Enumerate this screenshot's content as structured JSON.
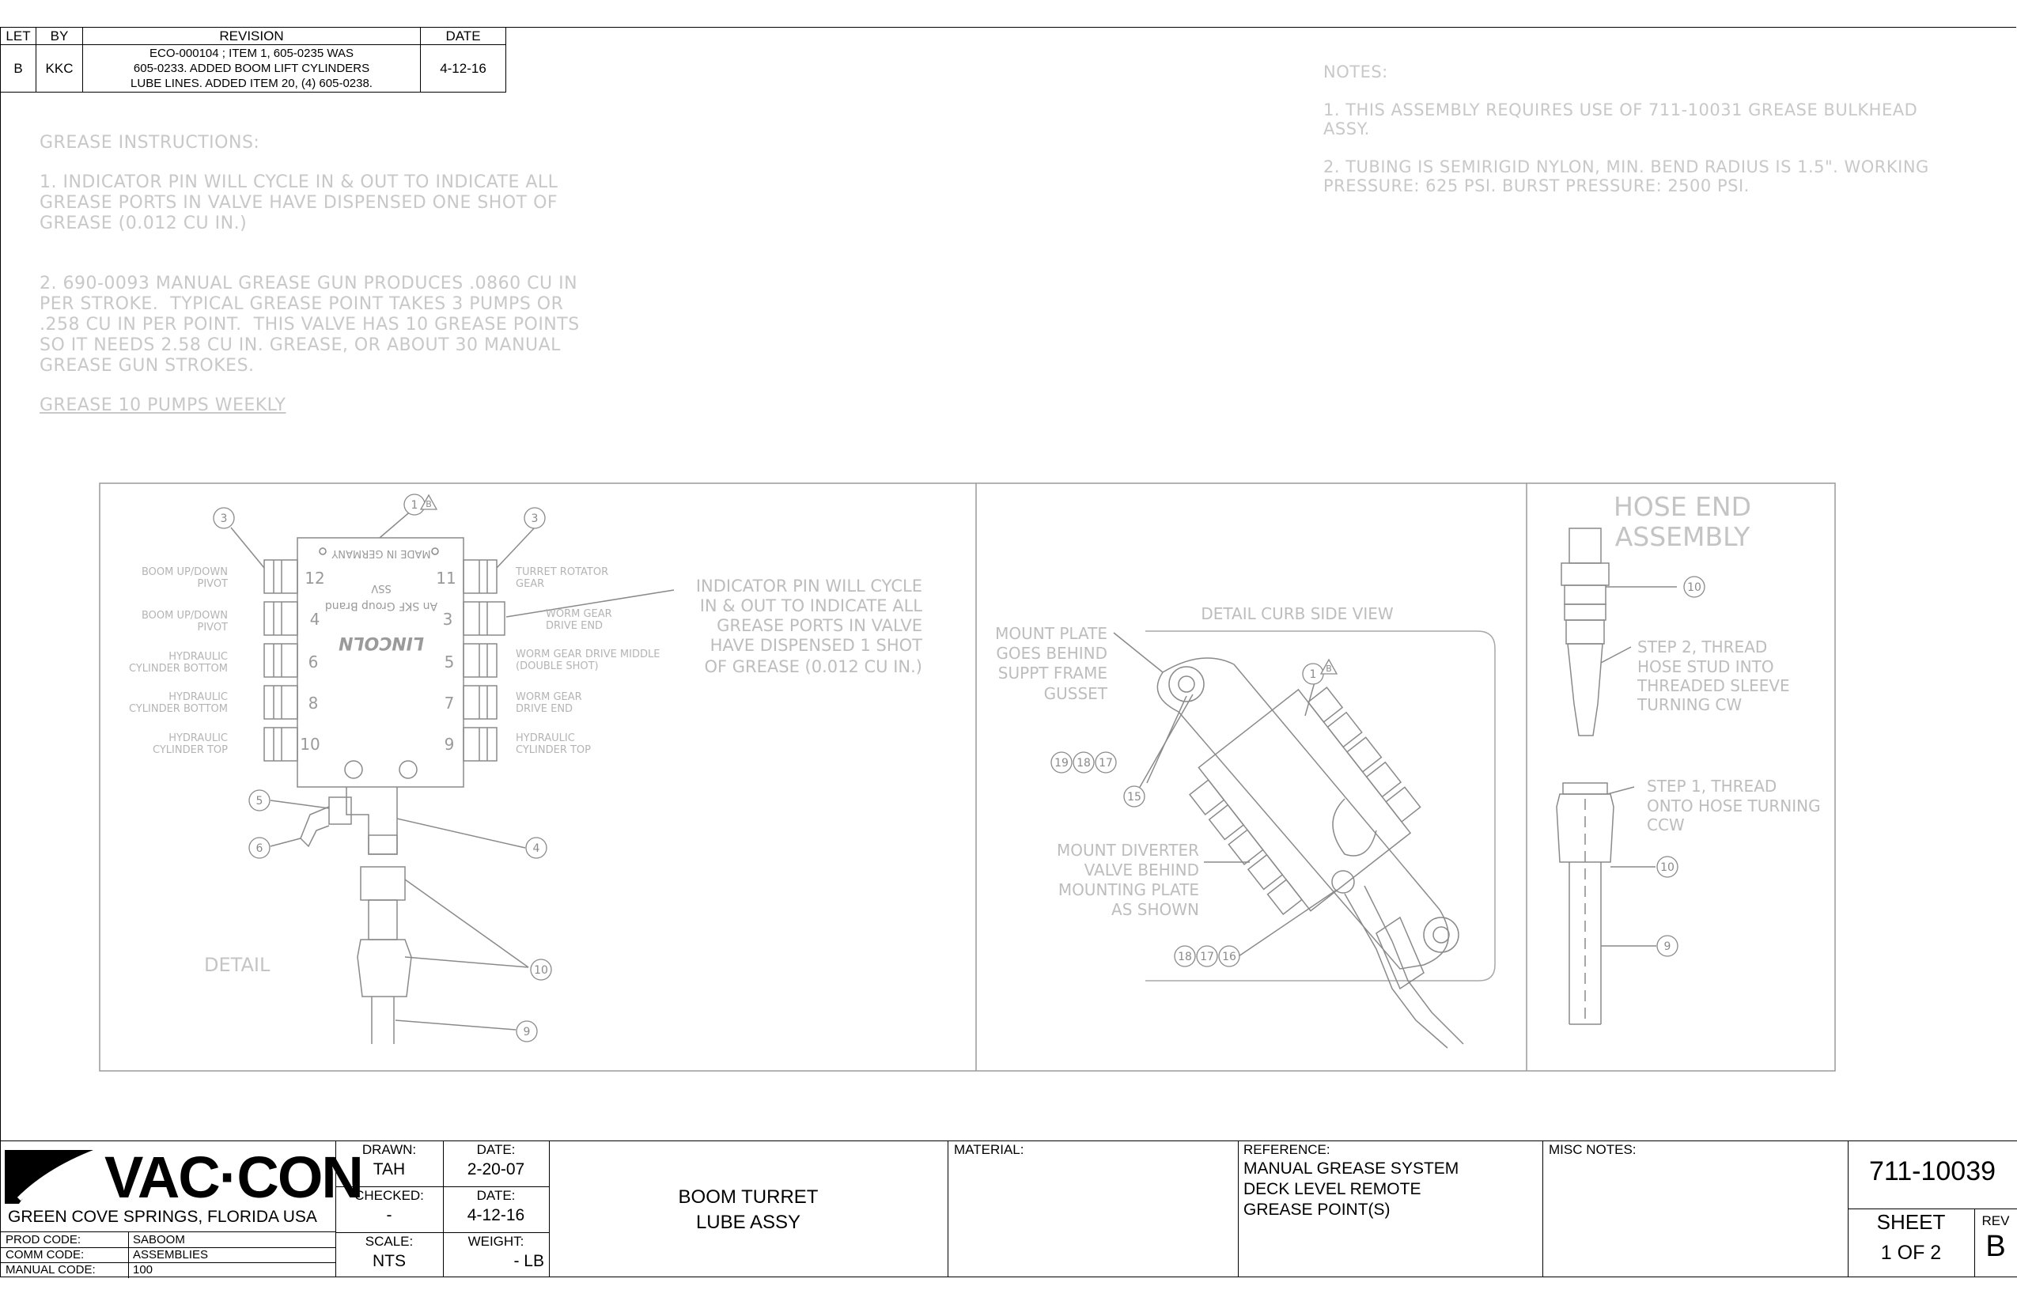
{
  "revision_table": {
    "headers": [
      "LET",
      "BY",
      "REVISION",
      "DATE"
    ],
    "rows": [
      {
        "let": "B",
        "by": "KKC",
        "revision": [
          "ECO-000104 ;   ITEM 1, 605-0235 WAS",
          "605-0233. ADDED BOOM LIFT CYLINDERS",
          "LUBE LINES. ADDED ITEM 20, (4) 605-0238."
        ],
        "date": "4-12-16"
      }
    ]
  },
  "grease_instructions": {
    "title": "GREASE INSTRUCTIONS:",
    "item1": [
      "1. INDICATOR PIN WILL CYCLE IN & OUT TO INDICATE ALL",
      "GREASE PORTS IN VALVE HAVE DISPENSED ONE SHOT OF",
      "GREASE (0.012 CU IN.)"
    ],
    "item2": [
      "2. 690-0093 MANUAL GREASE GUN PRODUCES .0860 CU IN",
      "PER STROKE.  TYPICAL GREASE POINT TAKES 3 PUMPS OR",
      ".258 CU IN PER POINT.  THIS VALVE HAS 10 GREASE POINTS",
      "SO IT NEEDS 2.58 CU IN. GREASE, OR ABOUT 30 MANUAL",
      "GREASE GUN STROKES."
    ],
    "schedule": "GREASE 10 PUMPS WEEKLY"
  },
  "notes": {
    "title": "NOTES:",
    "item1": [
      "1. THIS ASSEMBLY REQUIRES USE OF 711-10031 GREASE BULKHEAD",
      "ASSY."
    ],
    "item2": [
      "2. TUBING IS SEMIRIGID NYLON, MIN. BEND RADIUS IS 1.5\". WORKING",
      "PRESSURE: 625 PSI. BURST PRESSURE: 2500 PSI."
    ]
  },
  "detail_view": {
    "label": "DETAIL",
    "left_labels": [
      [
        "BOOM UP/DOWN",
        "PIVOT"
      ],
      [
        "BOOM UP/DOWN",
        "PIVOT"
      ],
      [
        "HYDRAULIC",
        "CYLINDER BOTTOM"
      ],
      [
        "HYDRAULIC",
        "CYLINDER BOTTOM"
      ],
      [
        "HYDRAULIC",
        "CYLINDER TOP"
      ]
    ],
    "right_labels": [
      [
        "TURRET ROTATOR",
        "GEAR"
      ],
      [
        "WORM GEAR",
        "DRIVE END"
      ],
      [
        "WORM GEAR DRIVE MIDDLE",
        "(DOUBLE SHOT)"
      ],
      [
        "WORM GEAR",
        "DRIVE END"
      ],
      [
        "HYDRAULIC",
        "CYLINDER TOP"
      ]
    ],
    "indicator_note": [
      "INDICATOR PIN WILL CYCLE",
      "IN & OUT TO INDICATE ALL",
      "GREASE PORTS IN VALVE",
      "HAVE DISPENSED 1 SHOT",
      "OF GREASE (0.012 CU IN.)"
    ],
    "valve_brand": "LINCOLN",
    "valve_sub": "An SKF Group Brand",
    "valve_made": "MADE IN GERMANY",
    "valve_ssv": "SSV",
    "valve_port_numbers": [
      "12",
      "11",
      "4",
      "3",
      "6",
      "5",
      "8",
      "7",
      "10",
      "9"
    ],
    "balloons": [
      "1",
      "3",
      "3",
      "5",
      "6",
      "4",
      "10",
      "9"
    ],
    "rev_flag": "B"
  },
  "curb_view": {
    "title": "DETAIL CURB SIDE VIEW",
    "mount_plate_note": [
      "MOUNT PLATE",
      "GOES BEHIND",
      "SUPPT FRAME",
      "GUSSET"
    ],
    "diverter_note": [
      "MOUNT DIVERTER",
      "VALVE BEHIND",
      "MOUNTING PLATE",
      "AS SHOWN"
    ],
    "balloons_top": [
      "19",
      "18",
      "17"
    ],
    "balloon_15": "15",
    "balloon_1": "1",
    "balloons_bottom": [
      "18",
      "17",
      "16"
    ]
  },
  "hose_view": {
    "title": [
      "HOSE END",
      "ASSEMBLY"
    ],
    "step2": [
      "STEP 2, THREAD",
      "HOSE STUD INTO",
      "THREADED SLEEVE",
      "TURNING CW"
    ],
    "step1": [
      "STEP 1, THREAD",
      "ONTO HOSE TURNING",
      "CCW"
    ],
    "balloons": [
      "10",
      "10",
      "9"
    ]
  },
  "title_block": {
    "logo_text": "VAC·CON",
    "location": "GREEN COVE SPRINGS, FLORIDA USA",
    "codes": [
      {
        "label": "PROD CODE:",
        "value": "SABOOM"
      },
      {
        "label": "COMM CODE:",
        "value": "ASSEMBLIES"
      },
      {
        "label": "MANUAL CODE:",
        "value": "100"
      }
    ],
    "drawn_label": "DRAWN:",
    "drawn": "TAH",
    "drawn_date_label": "DATE:",
    "drawn_date": "2-20-07",
    "checked_label": "CHECKED:",
    "checked": "-",
    "checked_date_label": "DATE:",
    "checked_date": "4-12-16",
    "scale_label": "SCALE:",
    "scale": "NTS",
    "weight_label": "WEIGHT:",
    "weight": "- LB",
    "title": [
      "BOOM TURRET",
      "LUBE ASSY"
    ],
    "material_label": "MATERIAL:",
    "reference_label": "REFERENCE:",
    "reference": [
      "MANUAL GREASE SYSTEM",
      "DECK LEVEL REMOTE",
      "GREASE POINT(S)"
    ],
    "misc_label": "MISC NOTES:",
    "part_number": "711-10039",
    "sheet_label": "SHEET",
    "sheet": "1 OF 2",
    "rev_label": "REV",
    "rev": "B"
  }
}
